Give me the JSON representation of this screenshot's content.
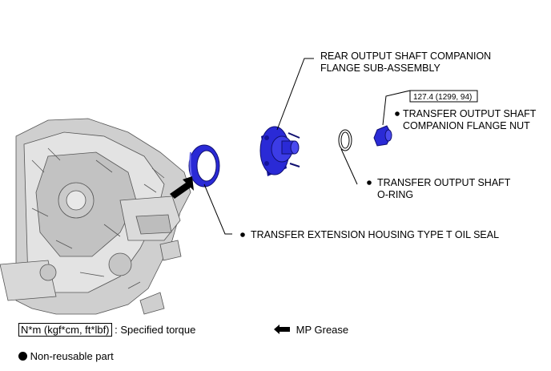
{
  "callouts": {
    "rear_flange": [
      "REAR OUTPUT SHAFT COMPANION",
      "FLANGE SUB-ASSEMBLY"
    ],
    "flange_nut": [
      "TRANSFER OUTPUT SHAFT",
      "COMPANION FLANGE NUT"
    ],
    "o_ring": [
      "TRANSFER OUTPUT SHAFT",
      "O-RING"
    ],
    "oil_seal": "TRANSFER EXTENSION HOUSING TYPE T OIL SEAL"
  },
  "torque_value": "127.4 (1299, 94)",
  "legend": {
    "torque_unit": "N*m (kgf*cm, ft*lbf)",
    "torque_text": ": Specified torque",
    "grease_text": "MP Grease",
    "nonreusable_text": "Non-reusable part"
  },
  "colors": {
    "part_blue": "#2a2ad6",
    "part_blue_dark": "#14149a",
    "housing_grey": "#b8b8b8",
    "line": "#000000"
  },
  "icons": {
    "grease": "arrow-left-icon",
    "nonreusable": "filled-circle-icon"
  }
}
